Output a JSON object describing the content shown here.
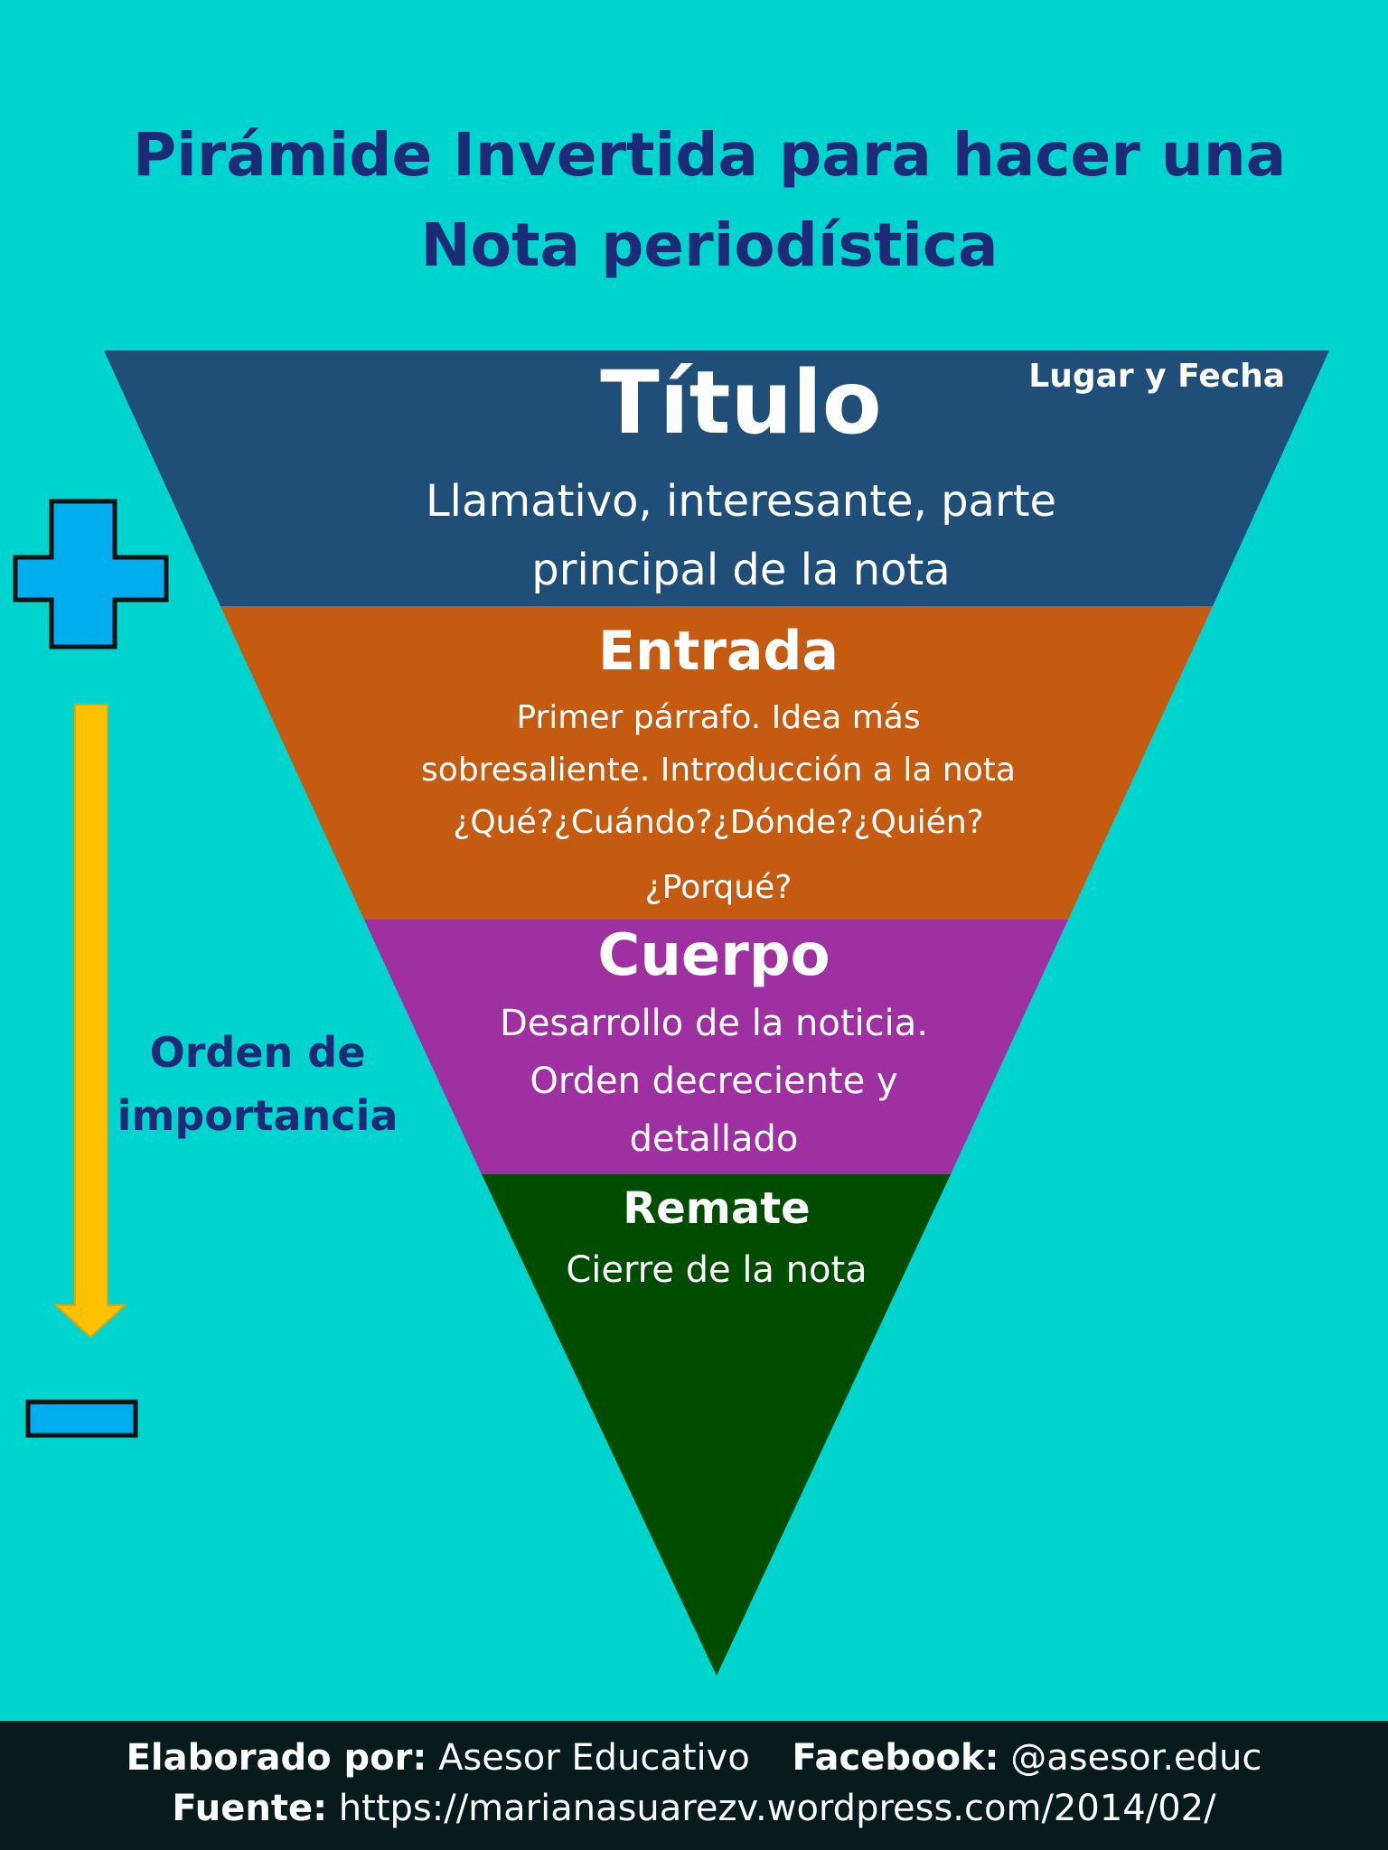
{
  "title": "Pirámide Invertida para hacer una Nota periodística",
  "lugar_fecha": "Lugar y Fecha",
  "layers": [
    {
      "name": "Título",
      "lines": [
        "Llamativo, interesante, parte",
        "principal de la nota"
      ],
      "color": "#1f4e79"
    },
    {
      "name": "Entrada",
      "lines": [
        "Primer párrafo. Idea más",
        "sobresaliente. Introducción a la nota",
        "¿Qué?¿Cuándo?¿Dónde?¿Quién?",
        "¿Porqué?"
      ],
      "color": "#c55a11"
    },
    {
      "name": "Cuerpo",
      "lines": [
        "Desarrollo de la noticia.",
        "Orden decreciente y",
        "detallado"
      ],
      "color": "#9e30a2"
    },
    {
      "name": "Remate",
      "lines": [
        "Cierre de la nota"
      ],
      "color": "#004d00"
    }
  ],
  "side_label": [
    "Orden de",
    "importancia"
  ],
  "colors": {
    "background": "#00d4cf",
    "title_text": "#1d2a78",
    "plus_minus": "#00aeef",
    "arrow": "#ffc000",
    "footer_bg": "#071a1c"
  },
  "footer": {
    "author_label": "Elaborado por:",
    "author_value": "Asesor Educativo",
    "facebook_label": "Facebook:",
    "facebook_value": "@asesor.educ",
    "source_label": "Fuente:",
    "source_value": "https://marianasuarezv.wordpress.com/2014/02/"
  }
}
